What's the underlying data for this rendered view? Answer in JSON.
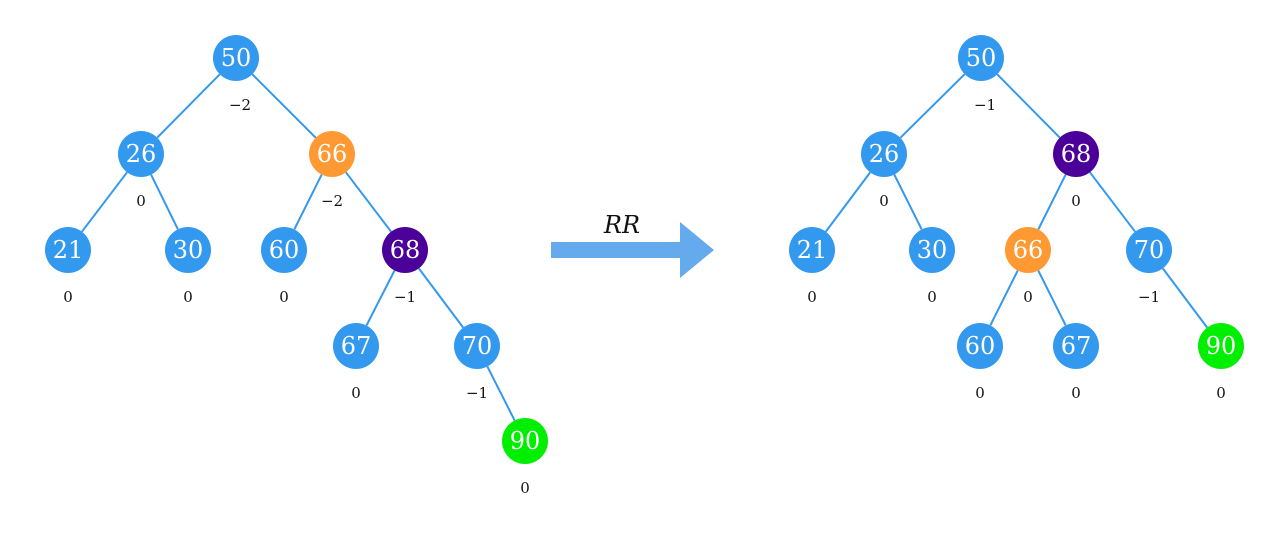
{
  "colors": {
    "default": "#3399ee",
    "unbalanced": "#ff9933",
    "pivot": "#4b0099",
    "inserted": "#00ee00",
    "edge": "#3399ee",
    "arrow": "#66aaee"
  },
  "operation": {
    "label": "RR"
  },
  "before": {
    "nodes": [
      {
        "id": "b50",
        "value": "50",
        "balance": "−2",
        "state": "default"
      },
      {
        "id": "b26",
        "value": "26",
        "balance": "0",
        "state": "default"
      },
      {
        "id": "b66",
        "value": "66",
        "balance": "−2",
        "state": "unbalanced"
      },
      {
        "id": "b21",
        "value": "21",
        "balance": "0",
        "state": "default"
      },
      {
        "id": "b30",
        "value": "30",
        "balance": "0",
        "state": "default"
      },
      {
        "id": "b60",
        "value": "60",
        "balance": "0",
        "state": "default"
      },
      {
        "id": "b68",
        "value": "68",
        "balance": "−1",
        "state": "pivot"
      },
      {
        "id": "b67",
        "value": "67",
        "balance": "0",
        "state": "default"
      },
      {
        "id": "b70",
        "value": "70",
        "balance": "−1",
        "state": "default"
      },
      {
        "id": "b90",
        "value": "90",
        "balance": "0",
        "state": "inserted"
      }
    ],
    "edges": [
      [
        "b50",
        "b26"
      ],
      [
        "b50",
        "b66"
      ],
      [
        "b26",
        "b21"
      ],
      [
        "b26",
        "b30"
      ],
      [
        "b66",
        "b60"
      ],
      [
        "b66",
        "b68"
      ],
      [
        "b68",
        "b67"
      ],
      [
        "b68",
        "b70"
      ],
      [
        "b70",
        "b90"
      ]
    ]
  },
  "after": {
    "nodes": [
      {
        "id": "a50",
        "value": "50",
        "balance": "−1",
        "state": "default"
      },
      {
        "id": "a26",
        "value": "26",
        "balance": "0",
        "state": "default"
      },
      {
        "id": "a68",
        "value": "68",
        "balance": "0",
        "state": "pivot"
      },
      {
        "id": "a21",
        "value": "21",
        "balance": "0",
        "state": "default"
      },
      {
        "id": "a30",
        "value": "30",
        "balance": "0",
        "state": "default"
      },
      {
        "id": "a66",
        "value": "66",
        "balance": "0",
        "state": "unbalanced"
      },
      {
        "id": "a70",
        "value": "70",
        "balance": "−1",
        "state": "default"
      },
      {
        "id": "a60",
        "value": "60",
        "balance": "0",
        "state": "default"
      },
      {
        "id": "a67",
        "value": "67",
        "balance": "0",
        "state": "default"
      },
      {
        "id": "a90",
        "value": "90",
        "balance": "0",
        "state": "inserted"
      }
    ],
    "edges": [
      [
        "a50",
        "a26"
      ],
      [
        "a50",
        "a68"
      ],
      [
        "a26",
        "a21"
      ],
      [
        "a26",
        "a30"
      ],
      [
        "a68",
        "a66"
      ],
      [
        "a68",
        "a70"
      ],
      [
        "a66",
        "a60"
      ],
      [
        "a66",
        "a67"
      ],
      [
        "a70",
        "a90"
      ]
    ]
  }
}
